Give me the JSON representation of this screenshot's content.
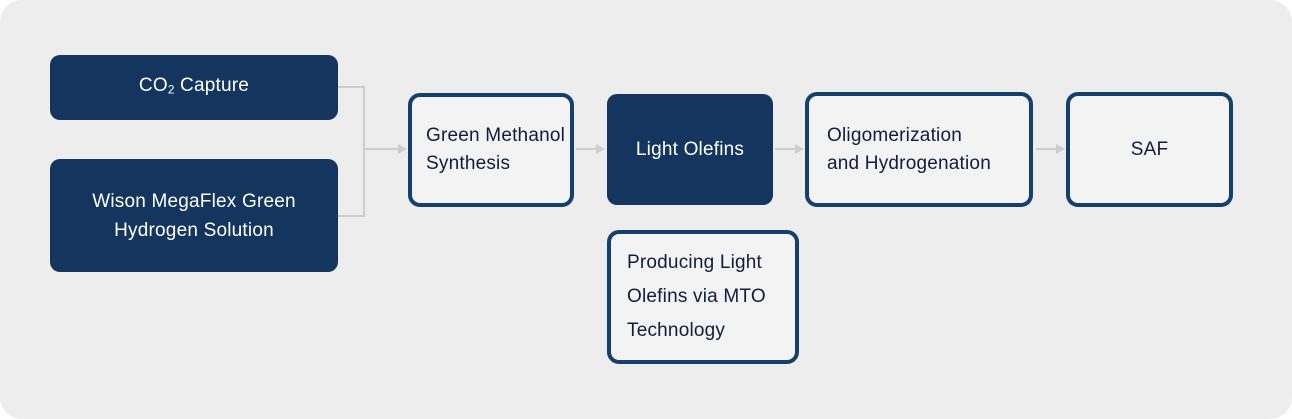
{
  "diagram": {
    "description": "Process flow diagram from CO2 capture and green hydrogen to SAF",
    "colors": {
      "navy_fill": "#14365E",
      "navy_border": "#15406D",
      "page_bg": "#EDEDEE",
      "box_bg": "#F3F3F4",
      "connector": "#CDCDCE",
      "text_dark": "#141B3C",
      "text_light": "#FFFFFF"
    },
    "nodes": {
      "co2": {
        "pre": "CO",
        "sub": "2",
        "post": " Capture"
      },
      "wison": {
        "lines": [
          "Wison MegaFlex Green",
          "Hydrogen Solution"
        ]
      },
      "methanol": {
        "lines": [
          "Green Methanol",
          "Synthesis"
        ]
      },
      "olefins": {
        "label": "Light Olefins"
      },
      "mto": {
        "lines": [
          "Producing Light",
          "Olefins via MTO",
          "Technology"
        ]
      },
      "oligo": {
        "lines": [
          "Oligomerization",
          "and Hydrogenation"
        ]
      },
      "saf": {
        "label": "SAF"
      }
    }
  }
}
